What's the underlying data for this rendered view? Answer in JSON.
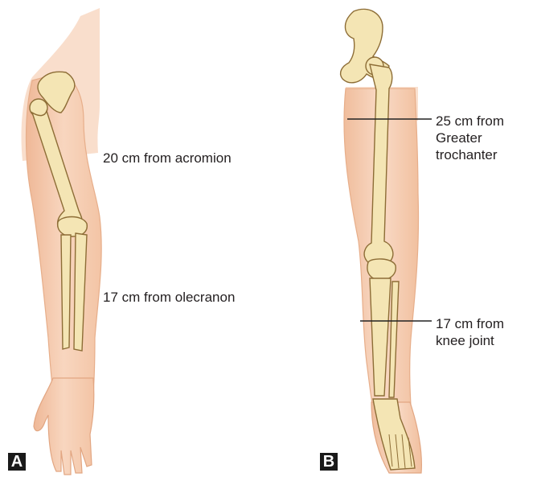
{
  "panels": [
    {
      "id": "A",
      "region": "upper-limb",
      "labels": [
        "20 cm from acromion",
        "17 cm from olecranon"
      ]
    },
    {
      "id": "B",
      "region": "lower-limb",
      "labels": [
        [
          "25 cm from",
          "Greater",
          "trochanter"
        ],
        [
          "17 cm from",
          "knee joint"
        ]
      ]
    }
  ],
  "colors": {
    "skin": "#f6cdb0",
    "skin_edge": "#e7ae8a",
    "bone": "#f4e5b4",
    "bone_edge": "#8d6d36",
    "label_text": "#231f20",
    "pointer_line": "#222222",
    "tag_background": "#1a1a1a"
  }
}
